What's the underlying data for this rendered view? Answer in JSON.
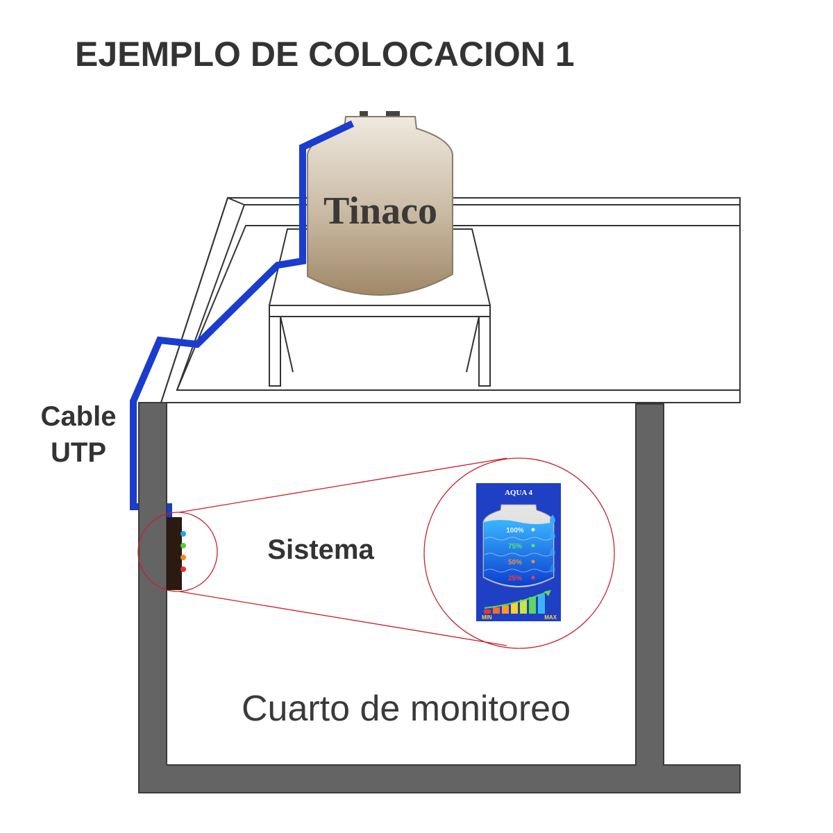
{
  "title": "EJEMPLO DE COLOCACION 1",
  "labels": {
    "tank": "Tinaco",
    "cable_line1": "Cable",
    "cable_line2": "UTP",
    "system": "Sistema",
    "room": "Cuarto de monitoreo"
  },
  "panel": {
    "brand": "AQUA 4",
    "levels": [
      {
        "label": "100%",
        "color": "#e8f4ff"
      },
      {
        "label": "75%",
        "color": "#5be36b"
      },
      {
        "label": "50%",
        "color": "#ff8a3a"
      },
      {
        "label": "25%",
        "color": "#ff3b3b"
      }
    ],
    "min_label": "MIN",
    "max_label": "MAX"
  },
  "device_leds": [
    "#1aa7e8",
    "#5cc83a",
    "#f08a1e",
    "#e8342a"
  ],
  "colors": {
    "cable": "#1a3ccf",
    "wall": "#646464",
    "zoom_line": "#c8202a",
    "panel_bg": "#1f3fc4"
  }
}
